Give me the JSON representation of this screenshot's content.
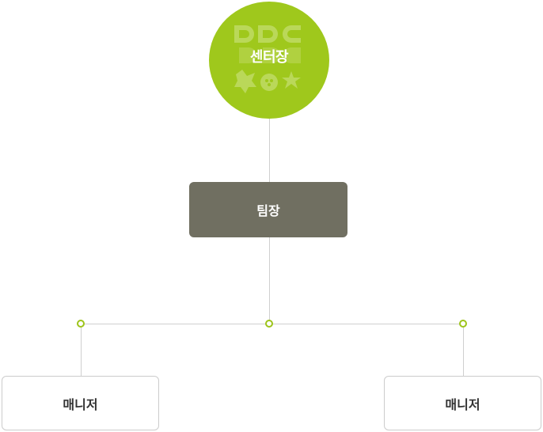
{
  "diagram": {
    "root": {
      "label": "센터장",
      "color": "#9fc81c",
      "watermark_text": "DDC"
    },
    "middle": {
      "label": "팀장",
      "color": "#706f61"
    },
    "children": [
      {
        "label": "매니저"
      },
      {
        "label": "매니저"
      }
    ],
    "connector_color": "#cfcfcf",
    "node_dot_color": "#9dc41a"
  }
}
